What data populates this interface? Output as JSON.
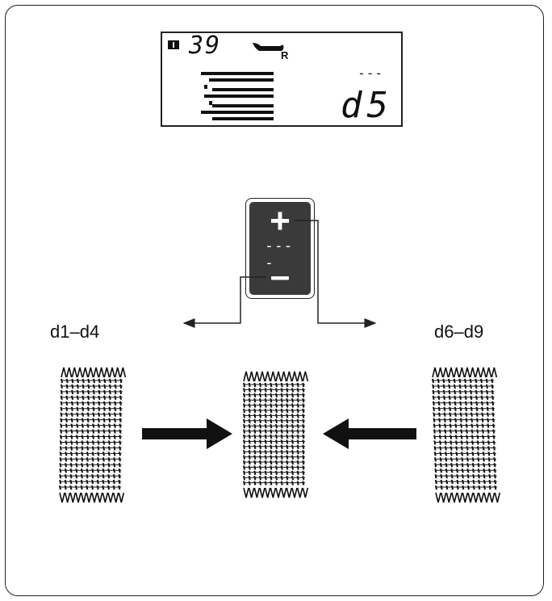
{
  "lcd": {
    "stitch_number": "39",
    "foot_label": "R",
    "mode_dash": "---",
    "mode_value": "d5",
    "icons": [
      "memory-icon",
      "presser-foot-icon",
      "stitch-pattern-icon"
    ]
  },
  "keys": {
    "plus": "+",
    "dash": "----",
    "minus": "–"
  },
  "labels": {
    "left": "d1–d4",
    "right": "d6–d9"
  },
  "colors": {
    "line": "#222222",
    "key_fill": "#3a3a3a"
  }
}
